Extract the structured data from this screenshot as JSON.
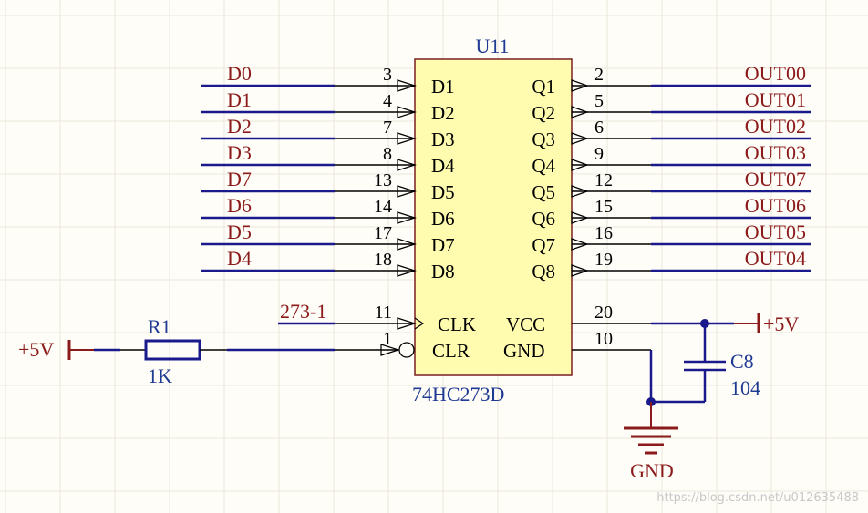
{
  "chip": {
    "designator": "U11",
    "part": "74HC273D",
    "left_pins": [
      {
        "num": "3",
        "name": "D1",
        "net": "D0"
      },
      {
        "num": "4",
        "name": "D2",
        "net": "D1"
      },
      {
        "num": "7",
        "name": "D3",
        "net": "D2"
      },
      {
        "num": "8",
        "name": "D4",
        "net": "D3"
      },
      {
        "num": "13",
        "name": "D5",
        "net": "D7"
      },
      {
        "num": "14",
        "name": "D6",
        "net": "D6"
      },
      {
        "num": "17",
        "name": "D7",
        "net": "D5"
      },
      {
        "num": "18",
        "name": "D8",
        "net": "D4"
      }
    ],
    "right_pins": [
      {
        "num": "2",
        "name": "Q1",
        "net": "OUT00"
      },
      {
        "num": "5",
        "name": "Q2",
        "net": "OUT01"
      },
      {
        "num": "6",
        "name": "Q3",
        "net": "OUT02"
      },
      {
        "num": "9",
        "name": "Q4",
        "net": "OUT03"
      },
      {
        "num": "12",
        "name": "Q5",
        "net": "OUT07"
      },
      {
        "num": "15",
        "name": "Q6",
        "net": "OUT06"
      },
      {
        "num": "16",
        "name": "Q7",
        "net": "OUT05"
      },
      {
        "num": "19",
        "name": "Q8",
        "net": "OUT04"
      }
    ],
    "clk_pin": {
      "num": "11",
      "name": "CLK",
      "net": "273-1"
    },
    "clr_pin": {
      "num": "1",
      "name": "CLR"
    },
    "vcc_pin": {
      "num": "20",
      "name": "VCC"
    },
    "gnd_pin": {
      "num": "10",
      "name": "GND"
    }
  },
  "resistor": {
    "designator": "R1",
    "value": "1K"
  },
  "capacitor": {
    "designator": "C8",
    "value": "104"
  },
  "power": {
    "left_label": "+5V",
    "right_label": "+5V",
    "ground_label": "GND"
  },
  "watermark": "https://blog.csdn.net/u012635488",
  "colors": {
    "wire": "#1a1a8c",
    "net_label": "#8b1a1a",
    "chip_fill": "#fffcb0",
    "part_text": "#1f3a93",
    "grid": "#ebe7dc"
  }
}
